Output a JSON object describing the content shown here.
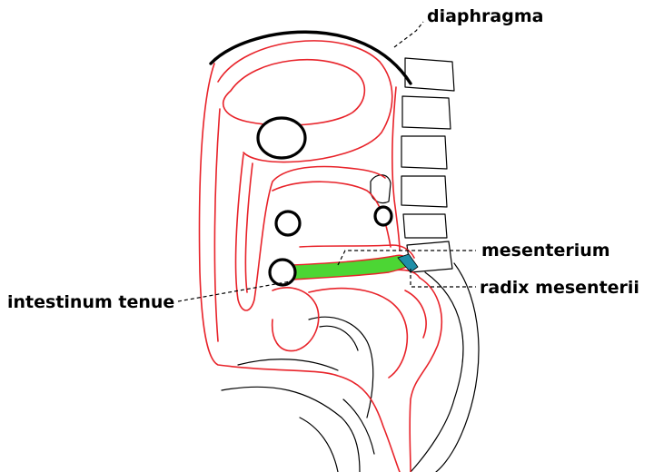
{
  "labels": {
    "diaphragm": "diaphragma",
    "mesentery": "mesenterium",
    "small_intestine": "intestinum tenue",
    "mesentery_root": "radix mesenterii"
  },
  "colors": {
    "peritoneum": "#e8232a",
    "mesentery_fill": "#4cd634",
    "mesentery_root_fill": "#1f8fa8",
    "outline": "#000000"
  }
}
